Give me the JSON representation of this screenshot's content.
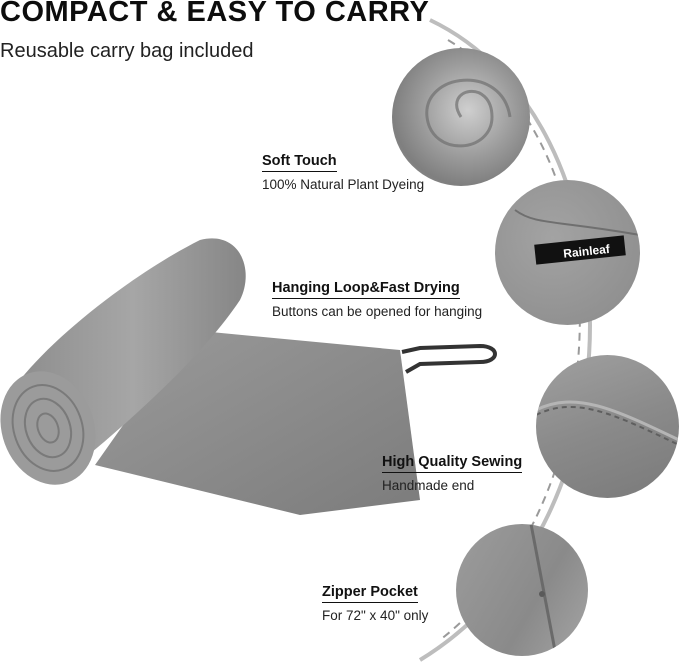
{
  "headline": "COMPACT & EASY TO CARRY",
  "subline": "Reusable carry bag included",
  "features": [
    {
      "title": "Soft Touch",
      "desc": "100% Natural Plant Dyeing"
    },
    {
      "title": "Hanging Loop&Fast Drying",
      "desc": "Buttons can be opened for hanging"
    },
    {
      "title": "High Quality Sewing",
      "desc": "Handmade end"
    },
    {
      "title": "Zipper Pocket",
      "desc": "For 72\" x 40\" only"
    }
  ],
  "brand_label": "Rainleaf",
  "colors": {
    "towel": "#8c8c8c",
    "arc": "#bdbdbd",
    "text": "#111111"
  }
}
